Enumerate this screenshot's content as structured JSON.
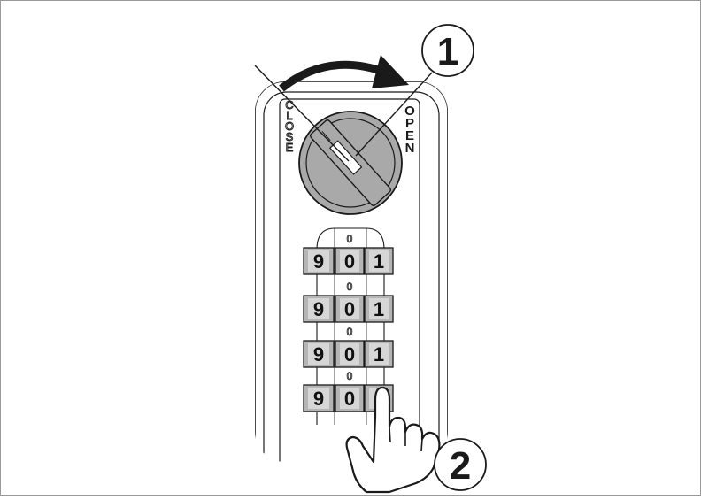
{
  "figure": {
    "labels": {
      "close": "CLOSE",
      "open": "OPEN"
    },
    "steps": [
      {
        "number": "1",
        "meaning": "rotate knob toward OPEN"
      },
      {
        "number": "2",
        "meaning": "roll dial with finger"
      }
    ],
    "dial_rows": [
      {
        "digits": [
          "9",
          "0",
          "1"
        ],
        "above": "0"
      },
      {
        "digits": [
          "9",
          "0",
          "1"
        ],
        "above": "0"
      },
      {
        "digits": [
          "9",
          "0",
          "1"
        ],
        "above": "0"
      },
      {
        "digits": [
          "9",
          "0",
          ""
        ],
        "above": "0"
      }
    ],
    "colors": {
      "line": "#1a1a1a",
      "knob_fill": "#a9a9a9",
      "dial_fill": "#b5b5b5",
      "frame": "#9a9a9a"
    },
    "icons": [
      "rotation-arrow-icon",
      "pointing-hand-icon"
    ]
  }
}
